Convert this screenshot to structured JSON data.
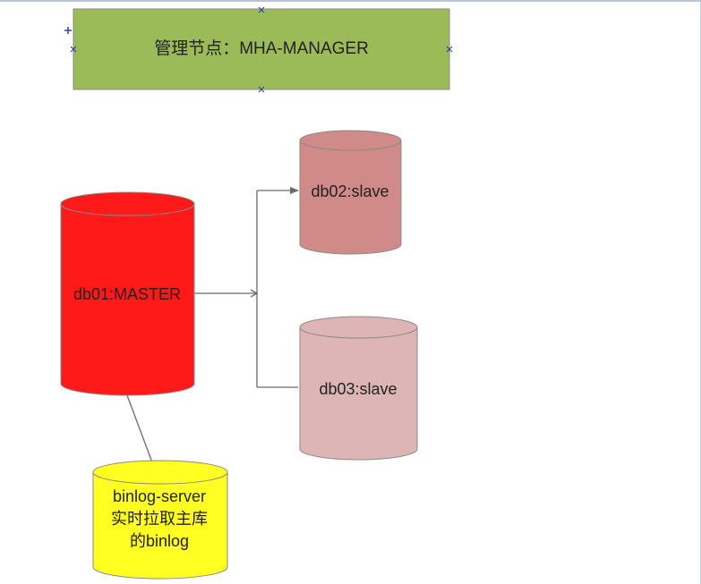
{
  "manager": {
    "label": "管理节点：MHA-MANAGER",
    "color": "#9bbb59"
  },
  "master": {
    "label": "db01:MASTER",
    "color": "#ff1a1a"
  },
  "slaves": [
    {
      "label": "db02:slave",
      "color": "#d08a87"
    },
    {
      "label": "db03:slave",
      "color": "#deb5b5"
    }
  ],
  "binlog_server": {
    "lines": [
      "binlog-server",
      "实时拉取主库",
      "的binlog"
    ],
    "color": "#ffff22"
  },
  "connector_color": "#6b6b6b"
}
